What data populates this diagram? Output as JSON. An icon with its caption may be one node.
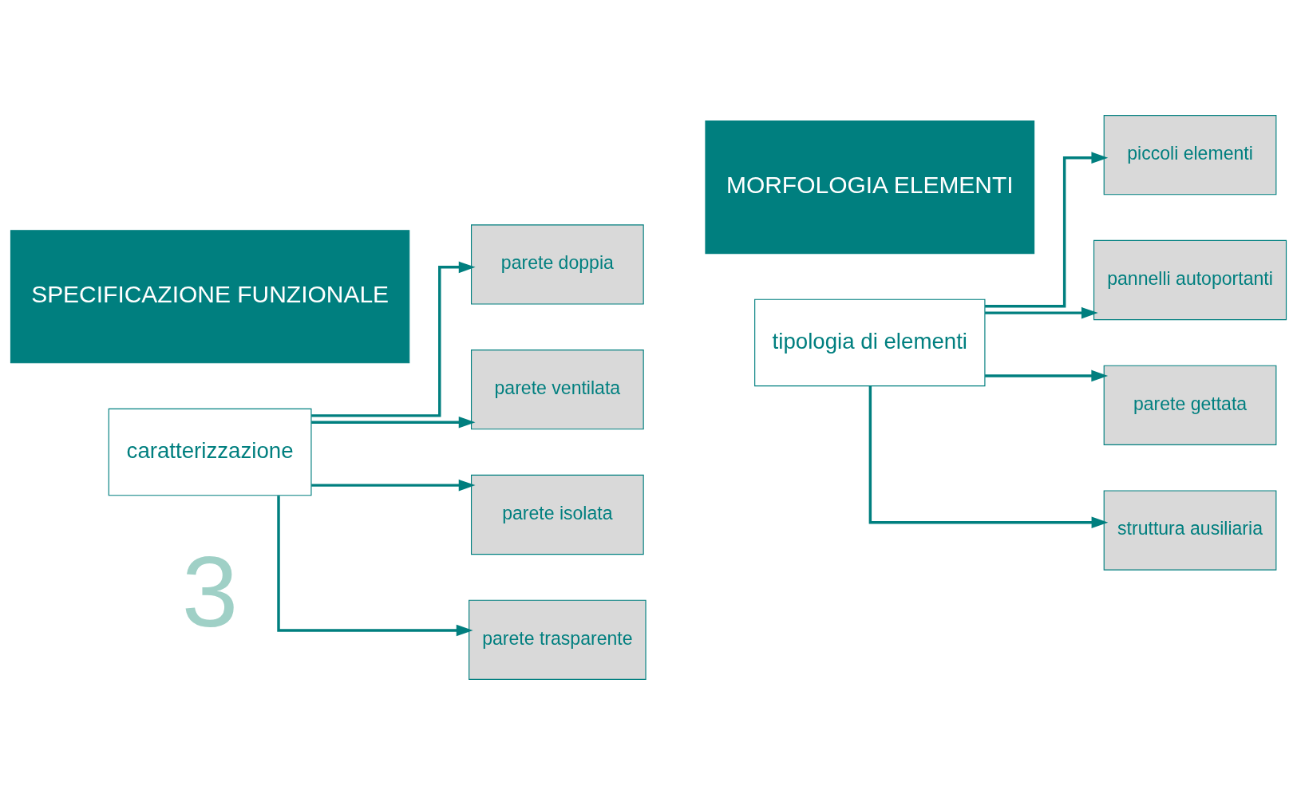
{
  "diagram": {
    "nodes": [
      {
        "text": [
          "SPECIFICAZIONE FUNZIONALE"
        ]
      },
      {
        "text": [
          "caratterizzazione"
        ]
      },
      {
        "text": [
          "parete doppia"
        ]
      },
      {
        "text": [
          "parete ventilata"
        ]
      },
      {
        "text": [
          "parete isolata"
        ]
      },
      {
        "text": [
          "parete trasparente"
        ]
      },
      {
        "text": [
          "MORFOLOGIA ELEMENTI"
        ]
      },
      {
        "text": [
          "tipologia di elementi"
        ]
      },
      {
        "text": [
          "piccoli elementi"
        ]
      },
      {
        "text": [
          "pannelli autoportanti"
        ]
      },
      {
        "text": [
          "parete gettata"
        ]
      },
      {
        "text": [
          "struttura ausiliaria"
        ]
      }
    ],
    "edges": [
      {
        "from": 1,
        "to": 2,
        "arrow": "to"
      },
      {
        "from": 1,
        "to": 3,
        "arrow": "to"
      },
      {
        "from": 1,
        "to": 4,
        "arrow": "to"
      },
      {
        "from": 1,
        "to": 5,
        "arrow": "to"
      },
      {
        "from": 7,
        "to": 8,
        "arrow": "to"
      },
      {
        "from": 7,
        "to": 9,
        "arrow": "to"
      },
      {
        "from": 7,
        "to": 10,
        "arrow": "to"
      },
      {
        "from": 7,
        "to": 11,
        "arrow": "to"
      }
    ],
    "labels": [
      "3"
    ]
  }
}
